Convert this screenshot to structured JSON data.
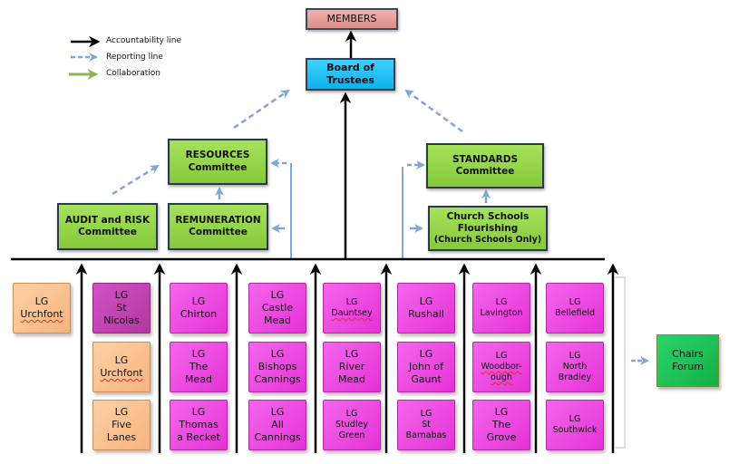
{
  "legend": {
    "items": [
      {
        "label": "Accountability line",
        "type": "accountability",
        "color": "#000000"
      },
      {
        "label": "Reporting line",
        "type": "reporting",
        "color": "#7ea6da"
      },
      {
        "label": "Collaboration",
        "type": "collaboration",
        "color": "#8db357"
      }
    ]
  },
  "colors": {
    "members": "#e8a3a1",
    "board": "#18bdf2",
    "committee": "#92d050",
    "local_governing_body": "#ee44e0",
    "local_governing_body_church": "#c444b4",
    "local_governing_body_alt": "#fac090",
    "chairs_forum": "#1fc15a",
    "accountability_line": "#000000",
    "reporting_line": "#7ea6da"
  },
  "top": {
    "members": "MEMBERS",
    "board": [
      "Board of",
      "Trustees"
    ]
  },
  "committees": {
    "resources": [
      "RESOURCES",
      "Committee"
    ],
    "audit": [
      "AUDIT and RISK",
      "Committee"
    ],
    "remuneration": [
      "REMUNERATION",
      "Committee"
    ],
    "standards": [
      "STANDARDS",
      "Committee"
    ],
    "church_schools": [
      "Church Schools",
      "Flourishing",
      "(Church Schools Only)"
    ]
  },
  "local_governing_bodies": {
    "col0": [
      {
        "lines": [
          "LG",
          "Urchfont"
        ],
        "color": "peach"
      }
    ],
    "col1": [
      {
        "lines": [
          "LG",
          "St",
          "Nicolas"
        ],
        "color": "plum"
      },
      {
        "lines": [
          "LG",
          "Urchfont"
        ],
        "color": "peach"
      },
      {
        "lines": [
          "LG",
          "Five",
          "Lanes"
        ],
        "color": "peach"
      }
    ],
    "col2": [
      {
        "lines": [
          "LG",
          "Chirton"
        ],
        "color": "pink"
      },
      {
        "lines": [
          "LG",
          "The",
          "Mead"
        ],
        "color": "pink"
      },
      {
        "lines": [
          "LG",
          "Thomas",
          "a Becket"
        ],
        "color": "pink"
      }
    ],
    "col3": [
      {
        "lines": [
          "LG",
          "Castle",
          "Mead"
        ],
        "color": "pink"
      },
      {
        "lines": [
          "LG",
          "Bishops",
          "Cannings"
        ],
        "color": "pink"
      },
      {
        "lines": [
          "LG",
          "All",
          "Cannings"
        ],
        "color": "pink"
      }
    ],
    "col4": [
      {
        "lines": [
          "LG",
          "Dauntsey"
        ],
        "color": "pink"
      },
      {
        "lines": [
          "LG",
          "River",
          "Mead"
        ],
        "color": "pink"
      },
      {
        "lines": [
          "LG",
          "Studley",
          "Green"
        ],
        "color": "pink"
      }
    ],
    "col5": [
      {
        "lines": [
          "LG",
          "Rushall"
        ],
        "color": "pink"
      },
      {
        "lines": [
          "LG",
          "John of",
          "Gaunt"
        ],
        "color": "pink"
      },
      {
        "lines": [
          "LG",
          "St",
          "Barnabas"
        ],
        "color": "pink"
      }
    ],
    "col6": [
      {
        "lines": [
          "LG",
          "Lavington"
        ],
        "color": "pink"
      },
      {
        "lines": [
          "LG",
          "Woodbor-",
          "ough"
        ],
        "color": "pink"
      },
      {
        "lines": [
          "LG",
          "The",
          "Grove"
        ],
        "color": "pink"
      }
    ],
    "col7": [
      {
        "lines": [
          "LG",
          "Bellefield"
        ],
        "color": "pink"
      },
      {
        "lines": [
          "LG",
          "North",
          "Bradley"
        ],
        "color": "pink"
      },
      {
        "lines": [
          "LG",
          "Southwick"
        ],
        "color": "pink"
      }
    ]
  },
  "chairs_forum": [
    "Chairs",
    "Forum"
  ]
}
